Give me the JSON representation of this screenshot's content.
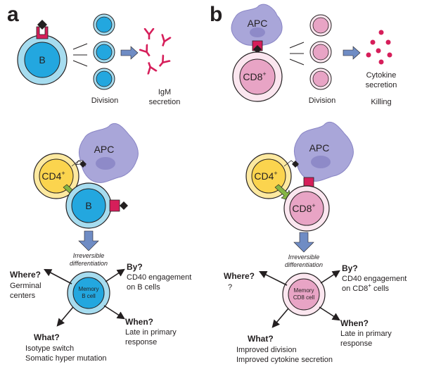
{
  "colors": {
    "b_outer": "#a6dcef",
    "b_inner": "#23a7df",
    "cd8_outer": "#fbe6ef",
    "cd8_inner": "#e8a4c5",
    "cd4_outer": "#fde9a0",
    "cd4_inner": "#fbd44e",
    "apc": "#a9a6d9",
    "receptor": "#d61e5a",
    "igm": "#d61e5a",
    "arrow_blue": "#6f8cc4",
    "arrow_green": "#85b545"
  },
  "icons": [
    "receptor-icon",
    "antigen-diamond-icon",
    "igm-antibody-icon",
    "cytokine-dot-icon",
    "apc-blob-icon"
  ],
  "panel_a": {
    "letter": "a",
    "top": {
      "cell_label": "B",
      "division_label": "Division",
      "secretion_line1": "IgM",
      "secretion_line2": "secretion"
    },
    "bottom": {
      "apc_label": "APC",
      "cd4_label": "CD4",
      "cd4_sup": "+",
      "b_label": "B",
      "arrow_label_line1": "Irreversible",
      "arrow_label_line2": "differentiation",
      "memory_line1": "Memory",
      "memory_line2": "B cell",
      "where_q": "Where?",
      "where_a1": "Germinal",
      "where_a2": "centers",
      "by_q": "By?",
      "by_a1": "CD40 engagement",
      "by_a2": "on B cells",
      "when_q": "When?",
      "when_a1": "Late in primary",
      "when_a2": "response",
      "what_q": "What?",
      "what_a1": "Isotype switch",
      "what_a2": "Somatic hyper mutation"
    }
  },
  "panel_b": {
    "letter": "b",
    "top": {
      "apc_label": "APC",
      "cell_label": "CD8",
      "cell_sup": "+",
      "division_label": "Division",
      "secretion_line1": "Cytokine",
      "secretion_line2": "secretion",
      "killing_label": "Killing"
    },
    "bottom": {
      "apc_label": "APC",
      "cd4_label": "CD4",
      "cd4_sup": "+",
      "cd8_label": "CD8",
      "cd8_sup": "+",
      "arrow_label_line1": "Irreversible",
      "arrow_label_line2": "differentiation",
      "memory_line1": "Memory",
      "memory_line2": "CD8 cell",
      "where_q": "Where?",
      "where_a1": "?",
      "by_q": "By?",
      "by_a1": "CD40 engagement",
      "by_a2_pre": "on CD8",
      "by_a2_sup": "+",
      "by_a2_post": " cells",
      "when_q": "When?",
      "when_a1": "Late in primary",
      "when_a2": "response",
      "what_q": "What?",
      "what_a1": "Improved division",
      "what_a2": "Improved cytokine secretion"
    }
  }
}
